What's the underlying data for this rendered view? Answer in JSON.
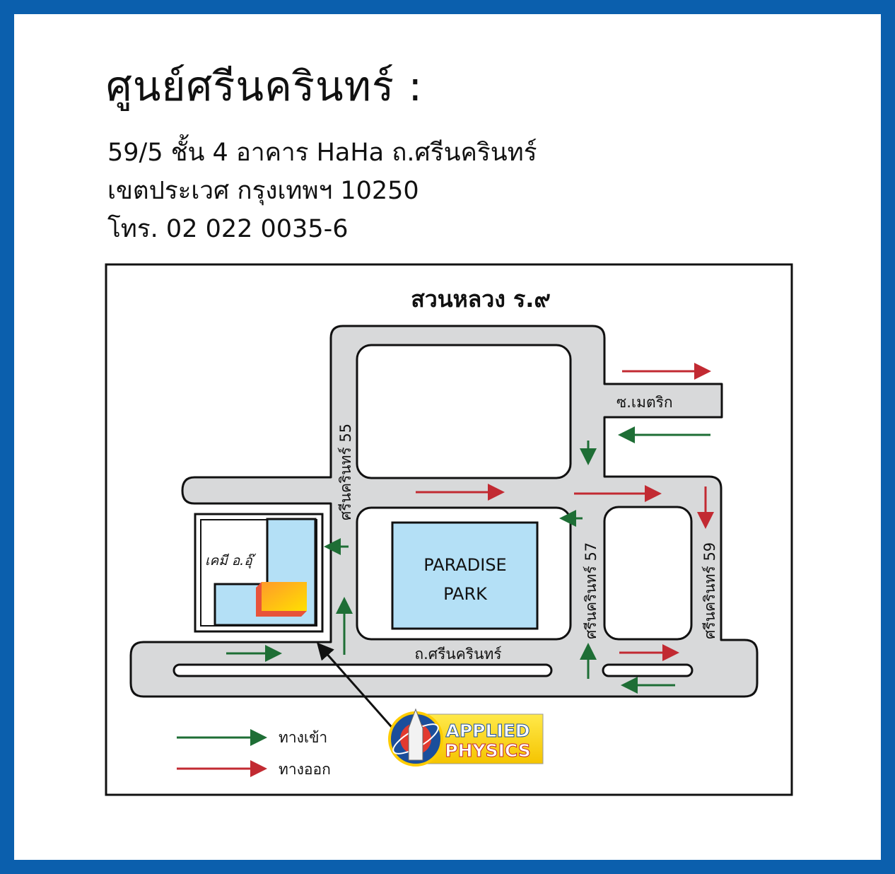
{
  "colors": {
    "border": "#0b5fad",
    "road": "#d8d9da",
    "block_blue": "#b4e0f6",
    "entrance_arrow": "#1e6e35",
    "exit_arrow": "#c22a32"
  },
  "header": {
    "title": "ศูนย์ศรีนครินทร์ :",
    "address_line1": "59/5 ชั้น 4 อาคาร HaHa ถ.ศรีนครินทร์",
    "address_line2": "เขตประเวศ กรุงเทพฯ 10250",
    "phone_line": "โทร. 02 022 0035-6"
  },
  "map": {
    "park_label": "สวนหลวง ร.๙",
    "soi_label": "ซ.เมตริก",
    "road_srinakarin_55": "ศรีนครินทร์ 55",
    "road_srinakarin_57": "ศรีนครินทร์ 57",
    "road_srinakarin_59": "ศรีนครินทร์ 59",
    "main_road": "ถ.ศรีนครินทร์",
    "paradise_line1": "PARADISE",
    "paradise_line2": "PARK",
    "building_label": "เคมี อ.อุ๊",
    "logo_line1": "APPLIED",
    "logo_line2": "PHYSICS"
  },
  "legend": {
    "entrance": "ทางเข้า",
    "exit": "ทางออก"
  }
}
